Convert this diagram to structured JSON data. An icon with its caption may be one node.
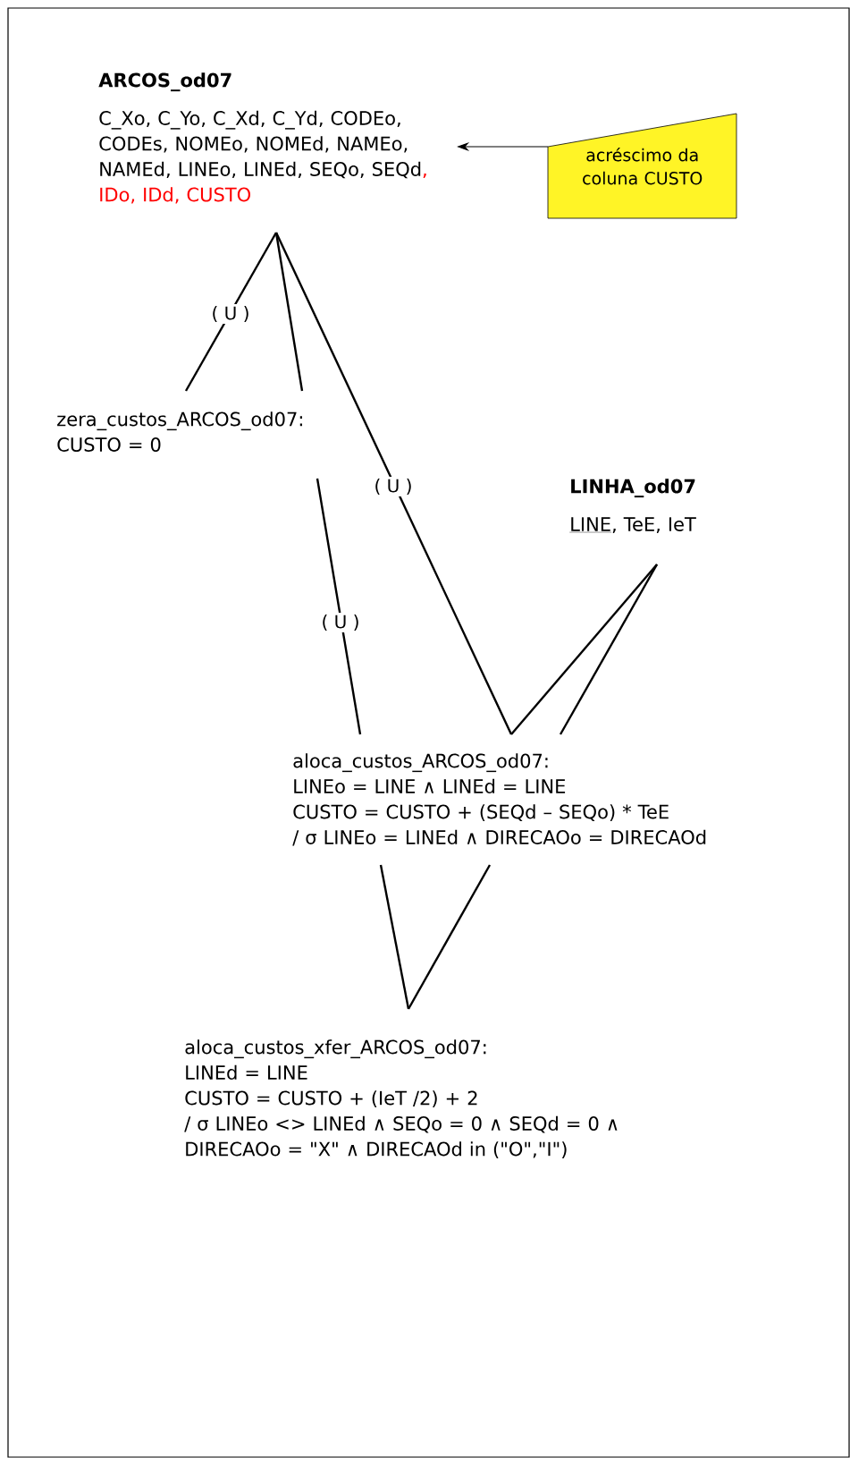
{
  "diagram": {
    "nodes": [
      {
        "text": [
          "ARCOS_od07",
          "C_Xo, C_Yo, C_Xd, C_Yd, CODEo, CODEs, NOMEo, NOMEd, NAMEo, NAMEd, LINEo, LINEd, SEQo, SEQd",
          ", IDo, IDd, CUSTO"
        ]
      },
      {
        "text": [
          "acréscimo da coluna CUSTO"
        ]
      },
      {
        "text": [
          "zera_custos_ARCOS_od07:",
          "CUSTO = 0"
        ]
      },
      {
        "text": [
          "LINHA_od07",
          "LINE",
          ", TeE, IeT"
        ]
      },
      {
        "text": [
          "aloca_custos_ARCOS_od07:",
          "LINEo = LINE ∧ LINEd = LINE",
          "CUSTO = CUSTO + (SEQd – SEQo) * TeE",
          "/ σ LINEo = LINEd ∧ DIRECAOo = DIRECAOd"
        ]
      },
      {
        "text": [
          "aloca_custos_xfer_ARCOS_od07:",
          "LINEd = LINE",
          "CUSTO = CUSTO + (IeT /2) + 2",
          "/ σ LINEo <> LINEd ∧ SEQo = 0 ∧ SEQd = 0 ∧ DIRECAOo = \"X\" ∧ DIRECAOd in (\"O\",\"I\")"
        ]
      }
    ],
    "edges": [
      {
        "from": 1,
        "to": 0,
        "arrow": "to"
      },
      {
        "from": 0,
        "to": 2,
        "arrow": "none",
        "label": "( U )"
      },
      {
        "from": 0,
        "to": 2,
        "arrow": "none"
      },
      {
        "from": 0,
        "to": 4,
        "arrow": "none",
        "label": "( U )"
      },
      {
        "from": 2,
        "to": 4,
        "arrow": "none",
        "label": "( U )"
      },
      {
        "from": 3,
        "to": 4,
        "arrow": "none"
      },
      {
        "from": 3,
        "to": 4,
        "arrow": "none"
      },
      {
        "from": 4,
        "to": 5,
        "arrow": "none"
      },
      {
        "from": 4,
        "to": 5,
        "arrow": "none"
      }
    ]
  }
}
